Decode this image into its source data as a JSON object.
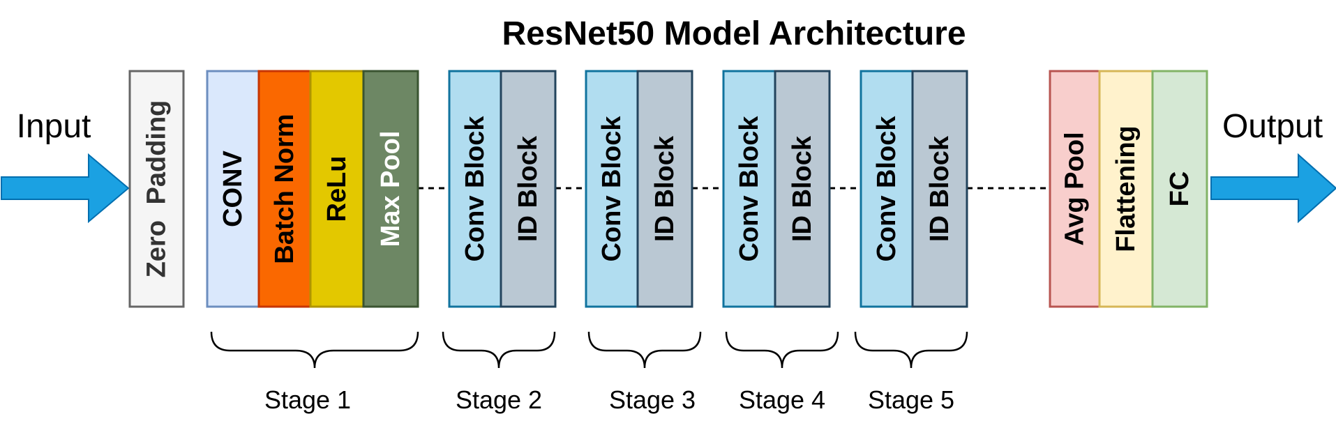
{
  "title": "ResNet50 Model Architecture",
  "input_label": "Input",
  "output_label": "Output",
  "colors": {
    "arrow_fill": "#1ba1e2",
    "arrow_stroke": "#006eaf",
    "connector": "#000000"
  },
  "blocks": [
    {
      "label": "Zero Padding",
      "fill": "#f5f5f5",
      "stroke": "#666666",
      "text_color": "#333333"
    },
    {
      "label": "CONV",
      "fill": "#dae8fc",
      "stroke": "#6c8ebf",
      "text_color": "#000000"
    },
    {
      "label": "Batch Norm",
      "fill": "#fa6800",
      "stroke": "#c73500",
      "text_color": "#000000"
    },
    {
      "label": "ReLu",
      "fill": "#e3c800",
      "stroke": "#b09500",
      "text_color": "#000000"
    },
    {
      "label": "Max Pool",
      "fill": "#6d8764",
      "stroke": "#3a5431",
      "text_color": "#ffffff"
    },
    {
      "label": "Conv Block",
      "fill": "#b1ddf0",
      "stroke": "#10739e",
      "text_color": "#000000"
    },
    {
      "label": "ID Block",
      "fill": "#bac8d3",
      "stroke": "#23445d",
      "text_color": "#000000"
    },
    {
      "label": "Conv Block",
      "fill": "#b1ddf0",
      "stroke": "#10739e",
      "text_color": "#000000"
    },
    {
      "label": "ID Block",
      "fill": "#bac8d3",
      "stroke": "#23445d",
      "text_color": "#000000"
    },
    {
      "label": "Conv Block",
      "fill": "#b1ddf0",
      "stroke": "#10739e",
      "text_color": "#000000"
    },
    {
      "label": "ID Block",
      "fill": "#bac8d3",
      "stroke": "#23445d",
      "text_color": "#000000"
    },
    {
      "label": "Conv Block",
      "fill": "#b1ddf0",
      "stroke": "#10739e",
      "text_color": "#000000"
    },
    {
      "label": "ID Block",
      "fill": "#bac8d3",
      "stroke": "#23445d",
      "text_color": "#000000"
    },
    {
      "label": "Avg Pool",
      "fill": "#f8cecc",
      "stroke": "#b85450",
      "text_color": "#000000"
    },
    {
      "label": "Flattening",
      "fill": "#fff2cc",
      "stroke": "#d6b656",
      "text_color": "#000000"
    },
    {
      "label": "FC",
      "fill": "#d5e8d4",
      "stroke": "#82b366",
      "text_color": "#000000"
    }
  ],
  "stages": [
    "Stage 1",
    "Stage 2",
    "Stage 3",
    "Stage 4",
    "Stage 5"
  ]
}
